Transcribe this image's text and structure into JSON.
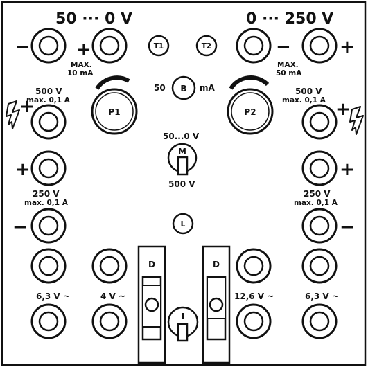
{
  "header": {
    "left_range": "50 ··· 0 V",
    "right_range": "0 ··· 250 V"
  },
  "signs": {
    "plus": "+",
    "minus": "−"
  },
  "labels": {
    "left_max_line1": "MAX.",
    "left_max_line2": "10 mA",
    "right_max_line1": "MAX.",
    "right_max_line2": "50 mA",
    "hv_left_line1": "500 V",
    "hv_left_line2": "max. 0,1 A",
    "hv_right_line1": "500 V",
    "hv_right_line2": "max. 0,1 A",
    "mid_left_line1": "250 V",
    "mid_left_line2": "max. 0,1 A",
    "mid_right_line1": "250 V",
    "mid_right_line2": "max. 0,1 A",
    "meter_left": "50",
    "meter_right": "mA",
    "switch_top": "50...0 V",
    "switch_bottom": "500 V",
    "ac_left_outer": "6,3 V ~",
    "ac_left_inner": "4 V ~",
    "ac_right_inner": "12,6 V ~",
    "ac_right_outer": "6,3 V ~"
  },
  "components": {
    "t1": "T1",
    "t2": "T2",
    "b": "B",
    "p1": "P1",
    "p2": "P2",
    "m": "M",
    "l": "L",
    "d_left": "D",
    "d_right": "D",
    "i": "I"
  }
}
